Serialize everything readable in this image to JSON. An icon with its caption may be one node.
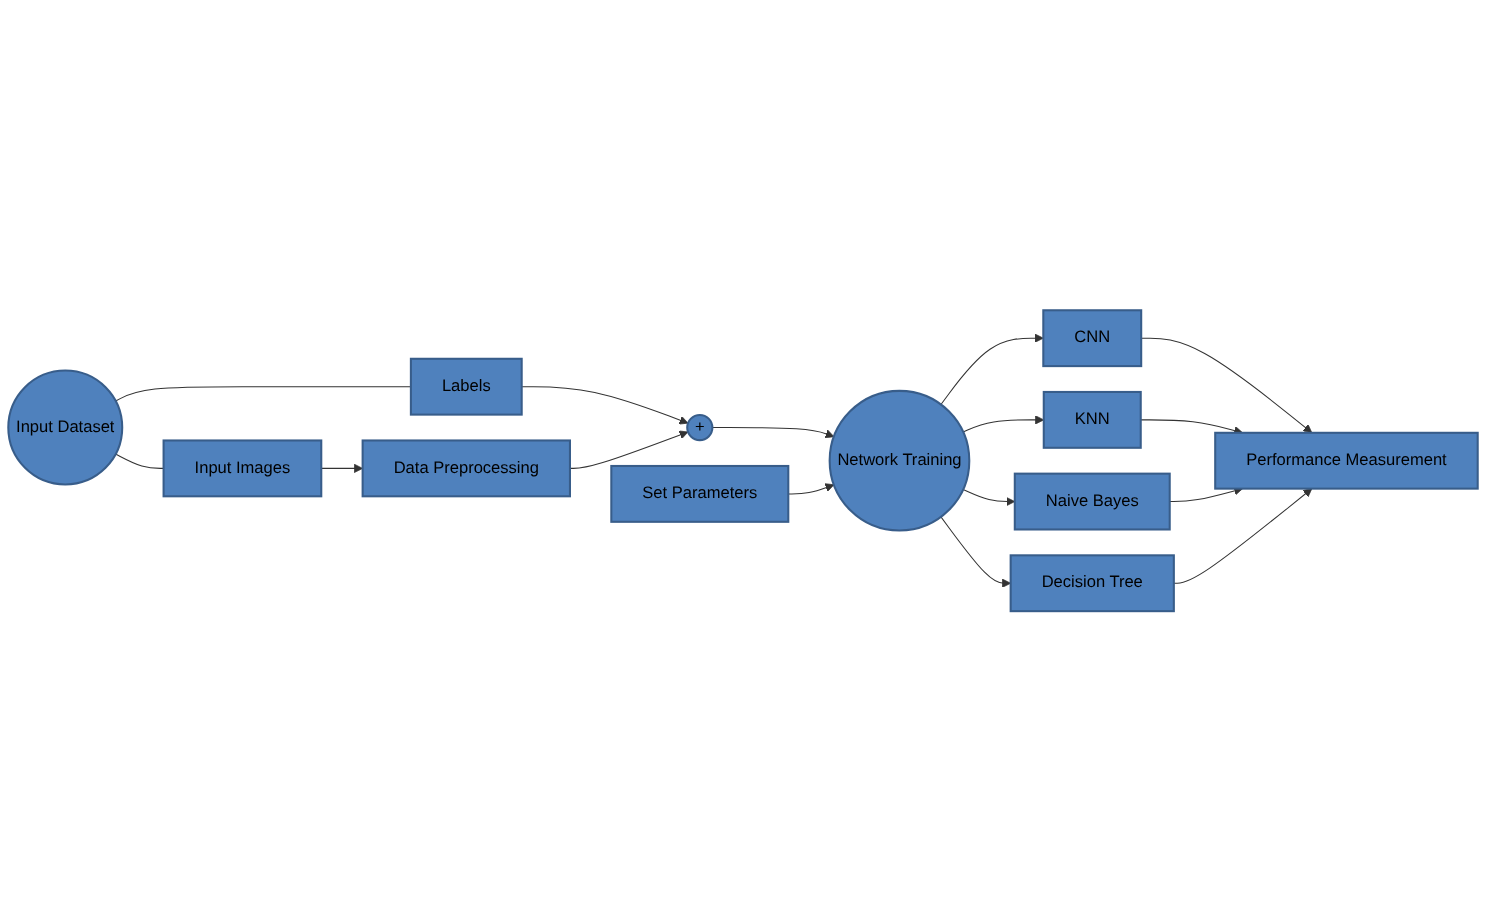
{
  "diagram": {
    "nodes": [
      {
        "text": [
          "Input Dataset"
        ]
      },
      {
        "text": [
          "Input Images"
        ]
      },
      {
        "text": [
          "Data Preprocessing"
        ]
      },
      {
        "text": [
          "Labels"
        ]
      },
      {
        "text": [
          "+"
        ]
      },
      {
        "text": [
          "Set Parameters"
        ]
      },
      {
        "text": [
          "Network Training"
        ]
      },
      {
        "text": [
          "CNN"
        ]
      },
      {
        "text": [
          "KNN"
        ]
      },
      {
        "text": [
          "Naive Bayes"
        ]
      },
      {
        "text": [
          "Decision Tree"
        ]
      },
      {
        "text": [
          "Performance Measurement"
        ]
      }
    ],
    "edges": [
      {
        "from": 0,
        "to": 1,
        "arrow": "none"
      },
      {
        "from": 0,
        "to": 3,
        "arrow": "none"
      },
      {
        "from": 1,
        "to": 2,
        "arrow": "to"
      },
      {
        "from": 3,
        "to": 4,
        "arrow": "to"
      },
      {
        "from": 2,
        "to": 4,
        "arrow": "to"
      },
      {
        "from": 4,
        "to": 6,
        "arrow": "to"
      },
      {
        "from": 5,
        "to": 6,
        "arrow": "to"
      },
      {
        "from": 6,
        "to": 7,
        "arrow": "to"
      },
      {
        "from": 6,
        "to": 8,
        "arrow": "to"
      },
      {
        "from": 6,
        "to": 9,
        "arrow": "to"
      },
      {
        "from": 6,
        "to": 10,
        "arrow": "to"
      },
      {
        "from": 7,
        "to": 11,
        "arrow": "to"
      },
      {
        "from": 8,
        "to": 11,
        "arrow": "to"
      },
      {
        "from": 9,
        "to": 11,
        "arrow": "to"
      },
      {
        "from": 10,
        "to": 11,
        "arrow": "to"
      }
    ]
  }
}
